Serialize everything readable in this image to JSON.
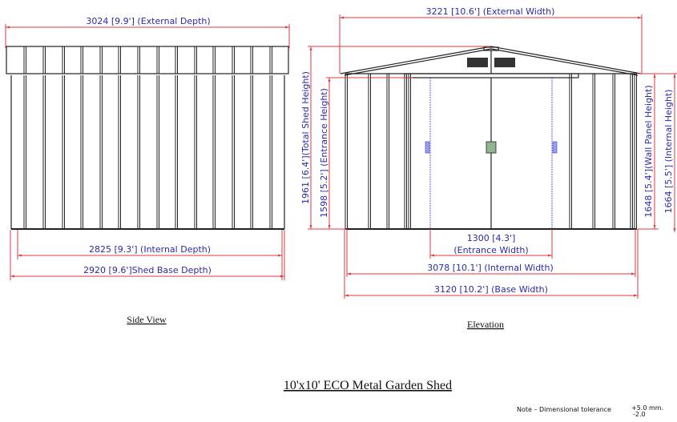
{
  "title": "10'x10' ECO Metal Garden Shed",
  "side_view": {
    "label": "Side View",
    "external_depth": "3024  [9.9']  (External  Depth)",
    "internal_depth": "2825  [9.3']  (Internal  Depth)",
    "base_depth": "2920  [9.6']Shed  Base  Depth)"
  },
  "elevation": {
    "label": "Elevation",
    "external_width": "3221  [10.6']  (External  Width)",
    "total_height": "1961  [6.4'](Total  Shed  Height)",
    "entrance_height": "1598  [5.2']  (Entrance  Height)",
    "wall_panel_height": "1648  [5.4'](Wall  Panel  Height)",
    "internal_height": "1664  [5.5']  (Internal  Height)",
    "entrance_width_value": "1300  [4.3']",
    "entrance_width_label": "(Entrance  Width)",
    "internal_width": "3078  [10.1']  (Internal  Width)",
    "base_width": "3120  [10.2']  (Base  Width)"
  },
  "note": {
    "text": "Note  –  Dimensional  tolerance",
    "plus": "+5.0  mm.",
    "minus": "-2.0"
  },
  "colors": {
    "dimension_line": "#e0393e",
    "dimension_text": "#2a2aa8",
    "drawing": "#222222"
  }
}
